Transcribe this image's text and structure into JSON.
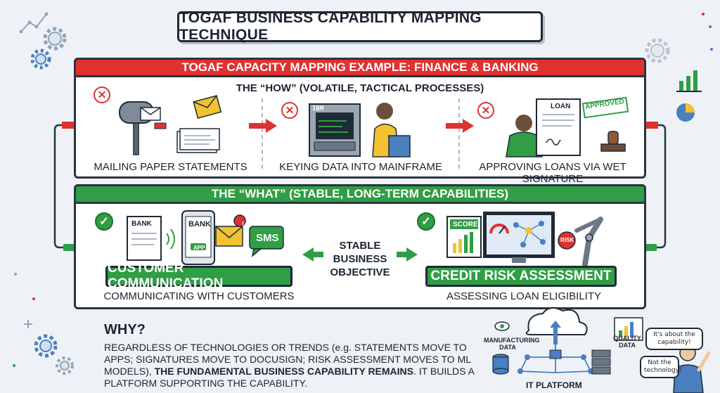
{
  "title": "TOGAF BUSINESS CAPABILITY MAPPING TECHNIQUE",
  "how_section": {
    "header": "TOGAF CAPACITY MAPPING EXAMPLE: FINANCE & BANKING",
    "subtitle": "THE “HOW” (VOLATILE, TACTICAL PROCESSES)",
    "items": [
      {
        "caption": "MAILING PAPER STATEMENTS",
        "icon": "mailbox-icon"
      },
      {
        "caption": "KEYING DATA INTO MAINFRAME",
        "icon": "mainframe-terminal-icon",
        "label": "IBM"
      },
      {
        "caption": "APPROVING LOANS VIA WET SIGNATURE",
        "icon": "loan-document-icon",
        "label": "LOAN",
        "stamp": "APPROVED"
      }
    ]
  },
  "what_section": {
    "header": "THE “WHAT” (STABLE, LONG-TERM CAPABILITIES)",
    "capabilities": [
      {
        "name": "CUSTOMER COMMUNICATION",
        "caption": "COMMUNICATING WITH CUSTOMERS",
        "bank_labels": [
          "BANK",
          "BANK",
          "APP"
        ],
        "sms": "SMS"
      },
      {
        "name": "CREDIT RISK ASSESSMENT",
        "caption": "ASSESSING LOAN ELIGIBILITY",
        "score": "SCORE",
        "risk": "RISK"
      }
    ],
    "center_lines": [
      "STABLE",
      "BUSINESS",
      "OBJECTIVE"
    ]
  },
  "why": {
    "title": "WHY?",
    "text_a": "REGARDLESS OF TECHNOLOGIES OR TRENDS (",
    "text_eg": "e.g.",
    "text_b": " STATEMENTS MOVE TO APPS; SIGNATURES MOVE TO DOCUSIGN; RISK ASSESSMENT MOVES TO ML MODELS), ",
    "text_bold": "THE FUNDAMENTAL BUSINESS CAPABILITY REMAINS",
    "text_c": ". IT BUILDS A PLATFORM SUPPORTING THE CAPABILITY."
  },
  "platform": {
    "manufacturing_line1": "MANUFACTURING",
    "manufacturing_line2": "DATA",
    "quality_line1": "QUALITY",
    "quality_line2": "DATA",
    "label": "IT PLATFORM",
    "bubble1": "It's about the capability!",
    "bubble2": "Not the technology!"
  },
  "colors": {
    "red": "#e03131",
    "green": "#2f9e44",
    "dark": "#1f2a36"
  }
}
